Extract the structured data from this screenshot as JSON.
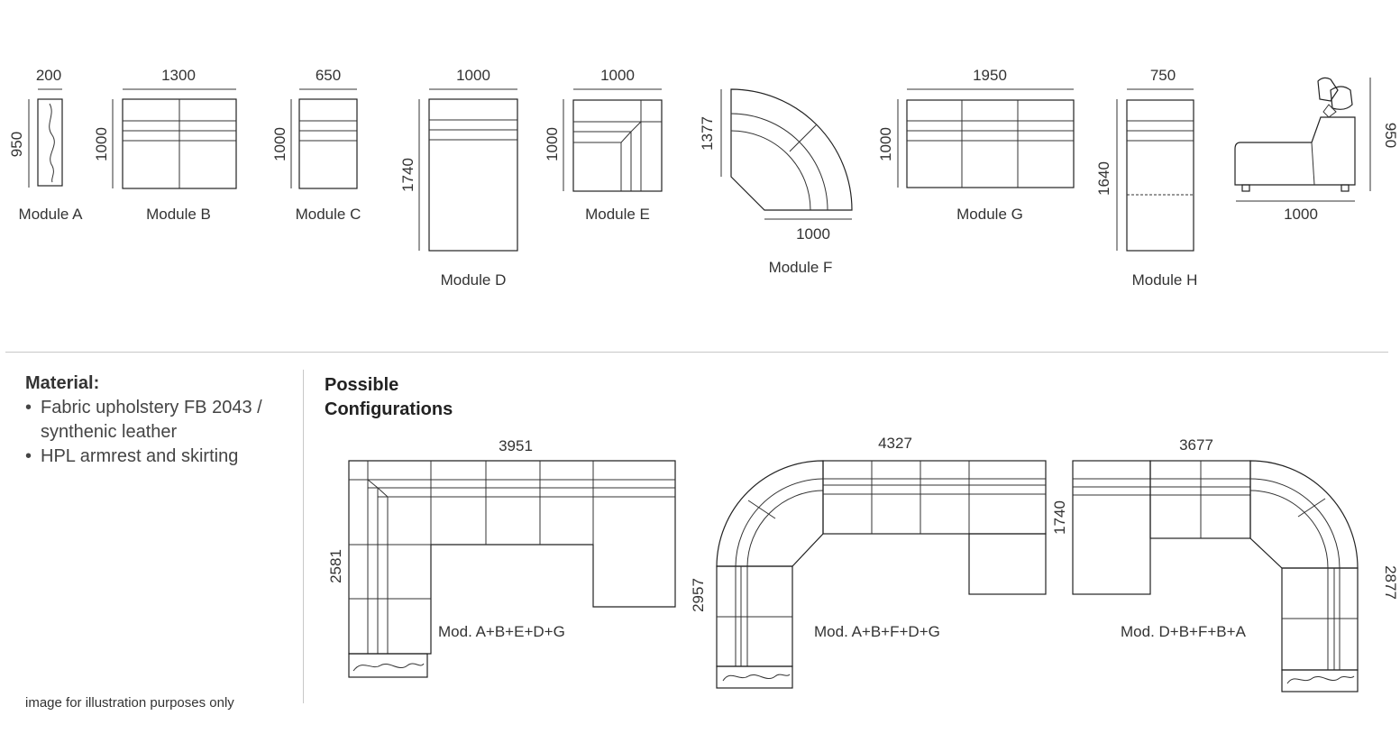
{
  "modules": [
    {
      "id": "A",
      "label": "Module A",
      "width": "200",
      "depth": "950"
    },
    {
      "id": "B",
      "label": "Module B",
      "width": "1300",
      "depth": "1000"
    },
    {
      "id": "C",
      "label": "Module C",
      "width": "650",
      "depth": "1000"
    },
    {
      "id": "D",
      "label": "Module D",
      "width": "1000",
      "depth": "1740"
    },
    {
      "id": "E",
      "label": "Module E",
      "width": "1000",
      "depth": "1000"
    },
    {
      "id": "F",
      "label": "Module F",
      "width": "1000",
      "depth": "1377"
    },
    {
      "id": "G",
      "label": "Module G",
      "width": "1950",
      "depth": "1000"
    },
    {
      "id": "H",
      "label": "Module H",
      "width": "750",
      "depth": "1640"
    }
  ],
  "side_view": {
    "width": "1000",
    "height": "950"
  },
  "material": {
    "heading": "Material:",
    "bullet": "•",
    "items": [
      "Fabric upholstery FB 2043 / synthenic leather",
      "HPL armrest and skirting"
    ]
  },
  "configurations": {
    "title": "Possible Configurations",
    "items": [
      {
        "label": "Mod. A+B+E+D+G",
        "width": "3951",
        "depth": "2581"
      },
      {
        "label": "Mod. A+B+F+D+G",
        "width": "4327",
        "depth": "2957"
      },
      {
        "label": "Mod. D+B+F+B+A",
        "width": "3677",
        "left_depth": "1740",
        "right_depth": "2877"
      }
    ]
  },
  "disclaimer": "image for illustration purposes only"
}
